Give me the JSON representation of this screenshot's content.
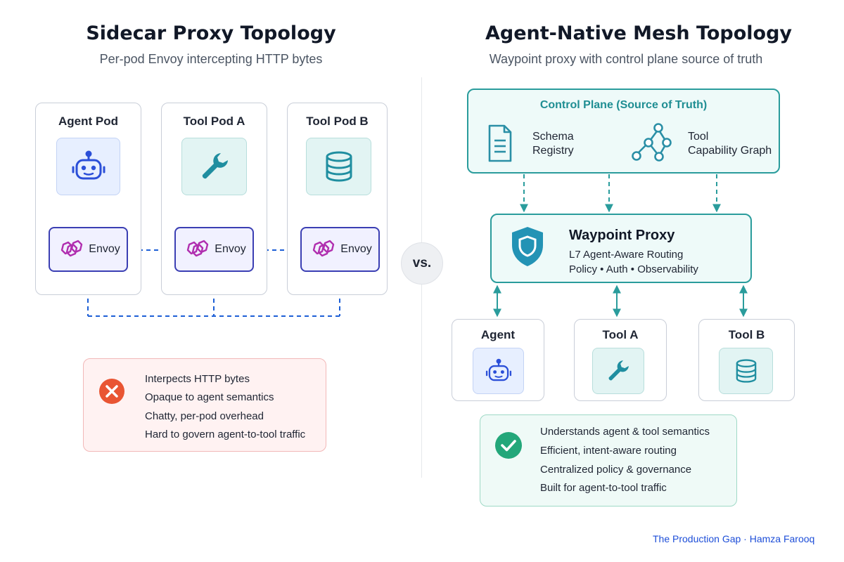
{
  "left": {
    "title": "Sidecar Proxy Topology",
    "subtitle": "Per-pod Envoy intercepting HTTP bytes",
    "pods": [
      {
        "label": "Agent Pod",
        "icon": "robot-icon"
      },
      {
        "label": "Tool Pod A",
        "icon": "wrench-icon"
      },
      {
        "label": "Tool Pod B",
        "icon": "database-icon"
      }
    ],
    "proxy_label": "Envoy",
    "cons": [
      "Interpects HTTP bytes",
      "Opaque to agent semantics",
      "Chatty, per-pod overhead",
      "Hard to govern agent-to-tool traffic"
    ]
  },
  "vs_label": "vs.",
  "right": {
    "title": "Agent-Native Mesh Topology",
    "subtitle": "Waypoint proxy with control plane source of truth",
    "control_plane": {
      "title": "Control Plane (Source of Truth)",
      "schema_line1": "Schema",
      "schema_line2": "Registry",
      "graph_line1": "Tool",
      "graph_line2": "Capability Graph"
    },
    "waypoint": {
      "title": "Waypoint Proxy",
      "line1": "L7 Agent-Aware Routing",
      "line2": "Policy • Auth • Observability"
    },
    "nodes": [
      {
        "label": "Agent",
        "icon": "robot-icon"
      },
      {
        "label": "Tool A",
        "icon": "wrench-icon"
      },
      {
        "label": "Tool B",
        "icon": "database-icon"
      }
    ],
    "pros": [
      "Understands agent & tool semantics",
      "Efficient, intent-aware routing",
      "Centralized policy & governance",
      "Built for agent-to-tool traffic"
    ]
  },
  "footer": "The Production Gap · Hamza Farooq",
  "colors": {
    "dashed_blue": "#1d5fd6",
    "teal": "#2a9c9c",
    "envoy_border": "#3b3fb3",
    "envoy_logo": "#b02eaf",
    "error_red": "#e95533",
    "check_green": "#23a77a"
  }
}
